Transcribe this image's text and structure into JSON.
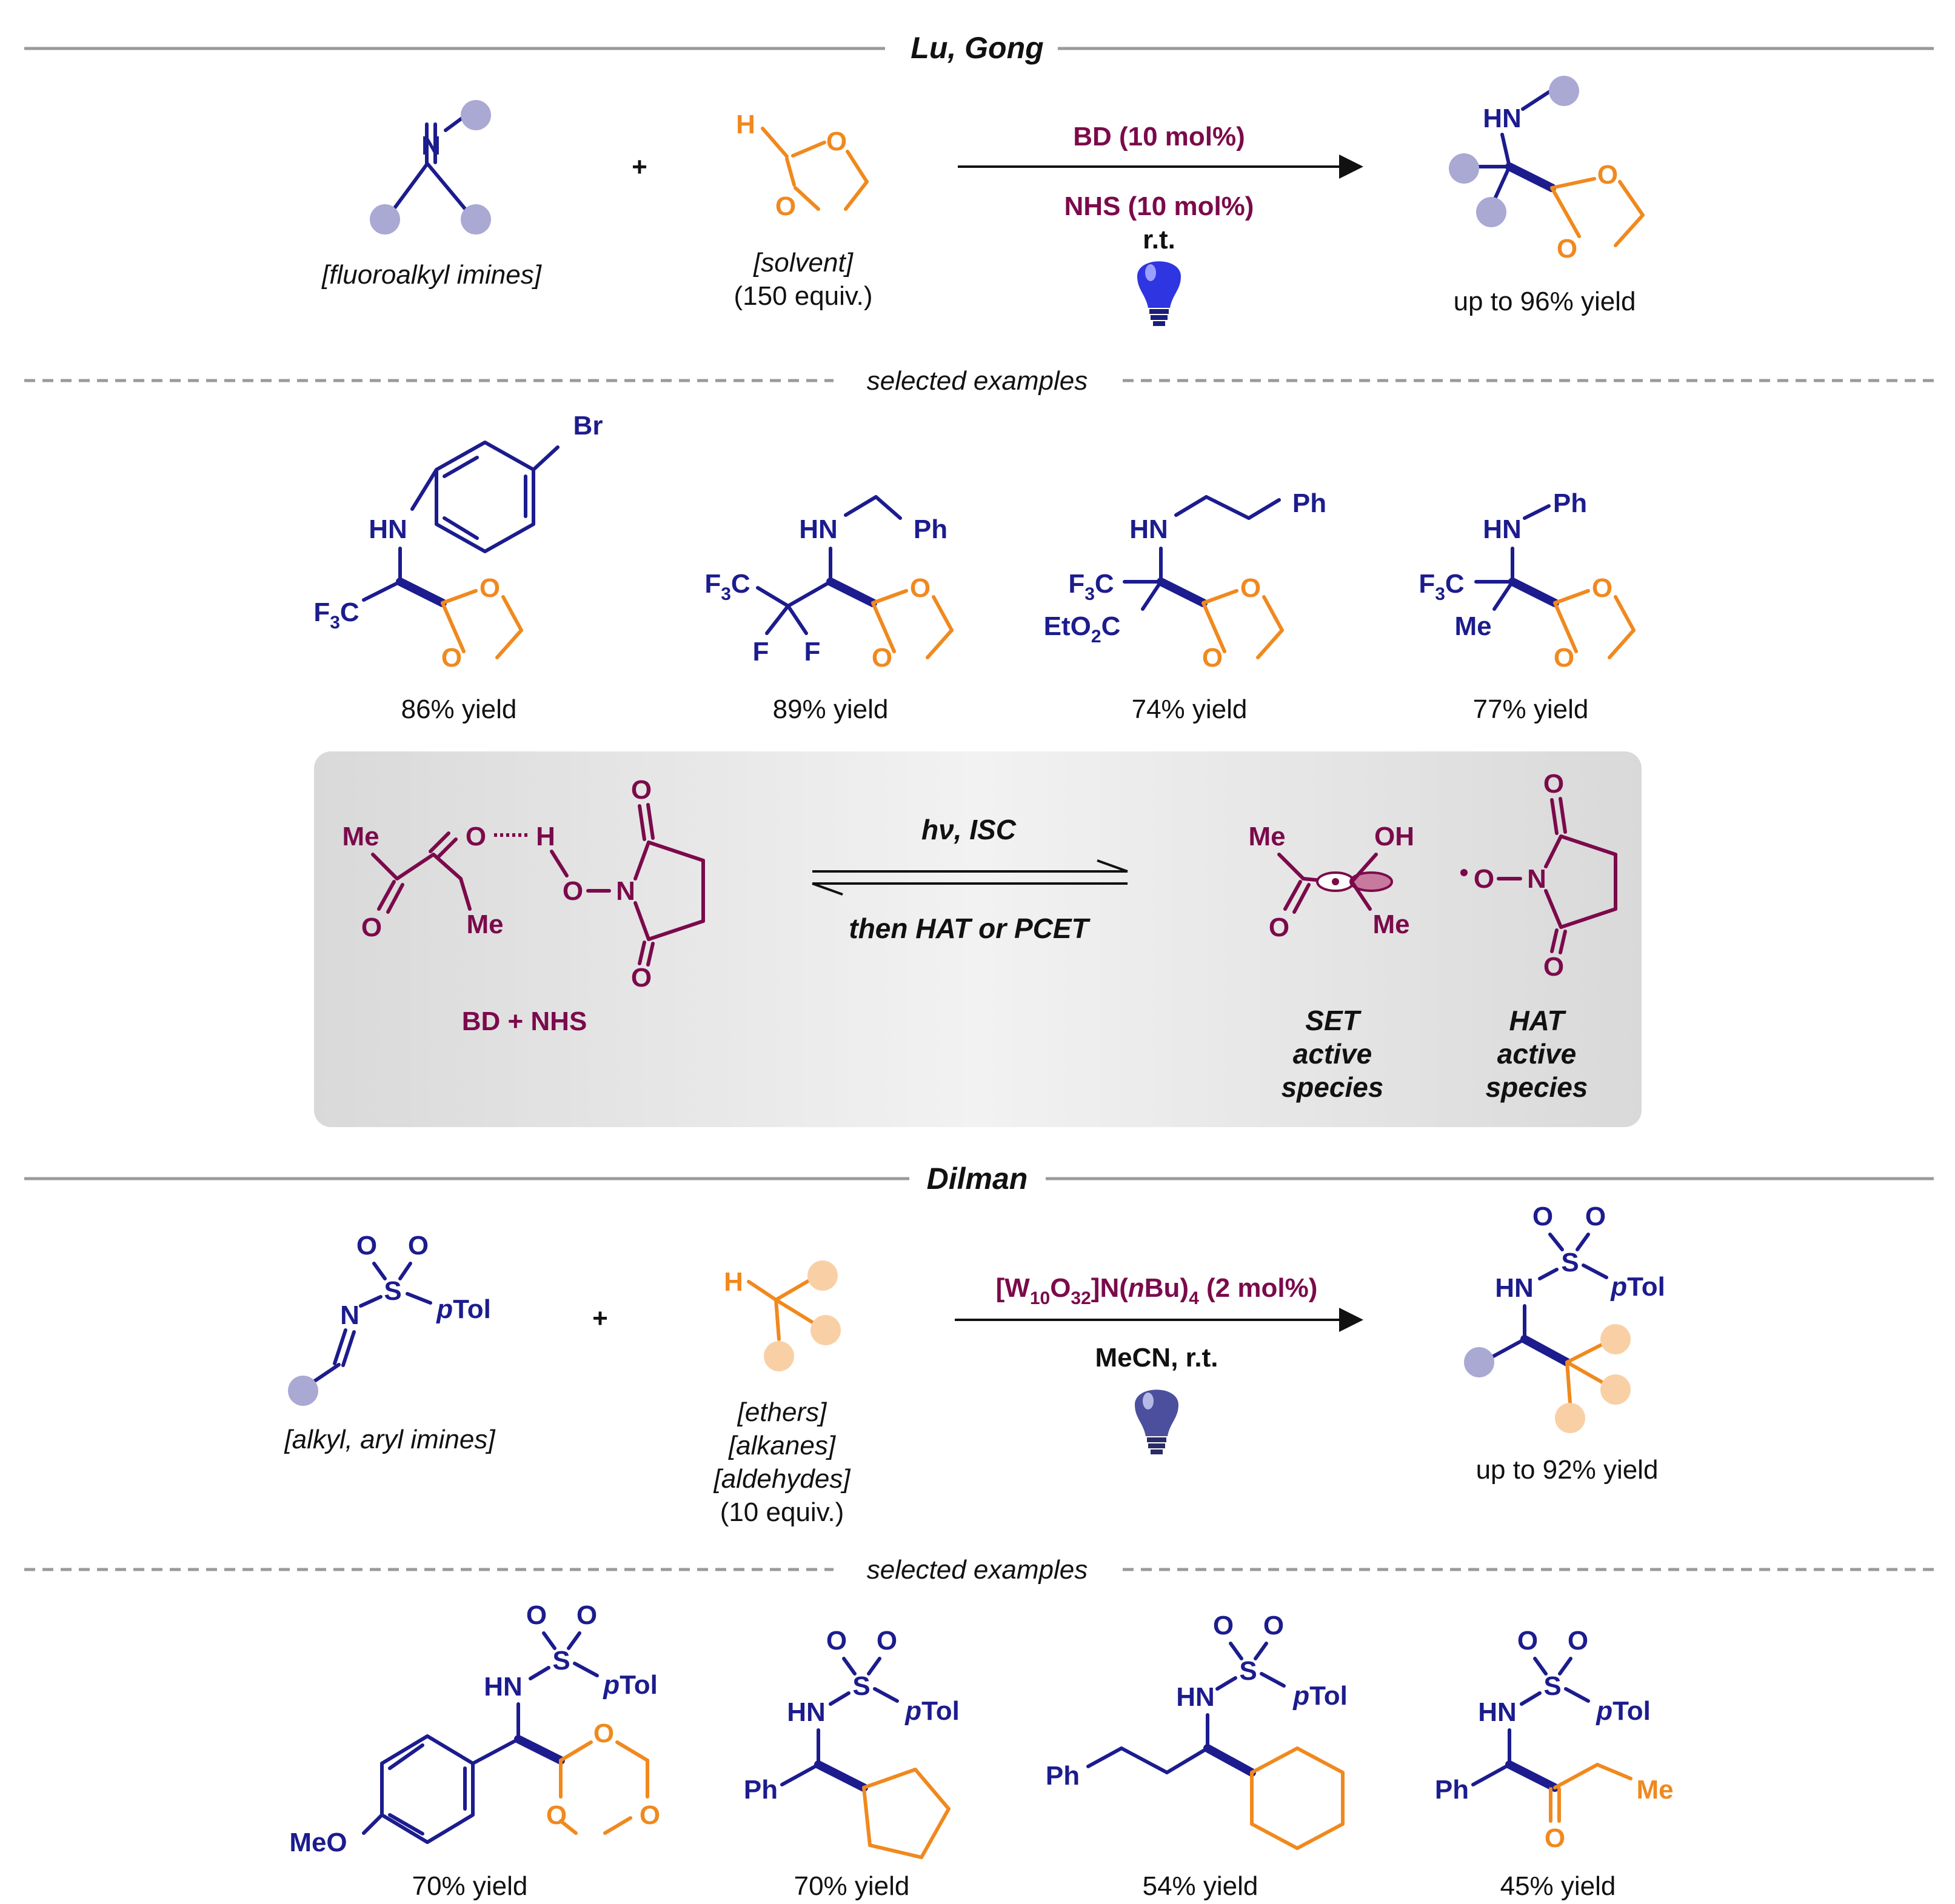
{
  "colors": {
    "navy": "#1c1c8e",
    "orange": "#f0891e",
    "maroon": "#7b0a4b",
    "lavender_dot": "#a9a9d4",
    "peach_dot": "#f9d0a6",
    "bulb_blue": "#2f35e0",
    "bulb_grey_blue": "#4c4f9e",
    "panel_grey": "#e6e6e6"
  },
  "icons": {
    "lightbulb_1": "light-bulb-icon",
    "lightbulb_2": "light-bulb-icon"
  },
  "section1": {
    "header": "Lu, Gong",
    "imine": {
      "atom_N": "N",
      "caption": "[fluoroalkyl imines]"
    },
    "plus": "+",
    "dioxolane": {
      "atom_H": "H",
      "atom_O1": "O",
      "atom_O2": "O",
      "caption": "[solvent]",
      "equiv": "(150 equiv.)"
    },
    "conditions": {
      "catalyst": "BD (10 mol%)",
      "cocatalyst": "NHS (10 mol%)",
      "temp": "r.t."
    },
    "product": {
      "nh": "HN",
      "atom_O1": "O",
      "atom_O2": "O",
      "yield": "up to 96% yield"
    }
  },
  "examples1": {
    "header": "selected examples",
    "items": [
      {
        "br": "Br",
        "hn": "HN",
        "f3": "F",
        "f3sub": "3",
        "f3c": "C",
        "o1": "O",
        "o2": "O",
        "yield": "86% yield"
      },
      {
        "hn": "HN",
        "ph": "Ph",
        "f3": "F",
        "f3sub": "3",
        "f3c": "C",
        "fa": "F",
        "fb": "F",
        "o1": "O",
        "o2": "O",
        "yield": "89% yield"
      },
      {
        "hn": "HN",
        "ph": "Ph",
        "f3": "F",
        "f3sub": "3",
        "f3c": "C",
        "eto": "EtO",
        "etosub": "2",
        "etoc": "C",
        "o1": "O",
        "o2": "O",
        "yield": "74% yield"
      },
      {
        "hn": "HN",
        "ph": "Ph",
        "f3": "F",
        "f3sub": "3",
        "f3c": "C",
        "me": "Me",
        "o1": "O",
        "o2": "O",
        "yield": "77% yield"
      }
    ]
  },
  "mechanism": {
    "bd": {
      "me1": "Me",
      "me2": "Me",
      "o1": "O",
      "o2": "O"
    },
    "hbond_h": "H",
    "nhs": {
      "o_link": "O",
      "n": "N",
      "o_top": "O",
      "o_bot": "O"
    },
    "pair_label": "BD + NHS",
    "arrow_top": "hν, ISC",
    "arrow_bottom": "then HAT or PCET",
    "set_species": {
      "me1": "Me",
      "oh": "OH",
      "o": "O",
      "me2": "Me",
      "label1": "SET",
      "label2": "active",
      "label3": "species"
    },
    "hat_species": {
      "o": "O",
      "n": "N",
      "o_top": "O",
      "o_bot": "O",
      "label1": "HAT",
      "label2": "active",
      "label3": "species"
    }
  },
  "section2": {
    "header": "Dilman",
    "imine": {
      "o1": "O",
      "o2": "O",
      "s": "S",
      "n": "N",
      "ptol_p": "p",
      "ptol": "Tol",
      "caption": "[alkyl, aryl imines]"
    },
    "plus": "+",
    "partner": {
      "h": "H",
      "cap1": "[ethers]",
      "cap2": "[alkanes]",
      "cap3": "[aldehydes]",
      "equiv": "(10 equiv.)"
    },
    "conditions": {
      "cat_a": "[W",
      "cat_a_sub": "10",
      "cat_b": "O",
      "cat_b_sub": "32",
      "cat_c": "]N(",
      "cat_n_italic": "n",
      "cat_d": "Bu)",
      "cat_d_sub": "4",
      "cat_e": " (2 mol%)",
      "solvent": "MeCN, r.t."
    },
    "product": {
      "o1": "O",
      "o2": "O",
      "s": "S",
      "hn": "HN",
      "ptol_p": "p",
      "ptol": "Tol",
      "yield": "up to 92% yield"
    }
  },
  "examples2": {
    "header": "selected examples",
    "items": [
      {
        "o1": "O",
        "o2": "O",
        "s": "S",
        "hn": "HN",
        "ptol_p": "p",
        "ptol": "Tol",
        "meo": "MeO",
        "ro1": "O",
        "ro2": "O",
        "ro3": "O",
        "yield": "70% yield"
      },
      {
        "o1": "O",
        "o2": "O",
        "s": "S",
        "hn": "HN",
        "ptol_p": "p",
        "ptol": "Tol",
        "ph": "Ph",
        "yield": "70% yield"
      },
      {
        "o1": "O",
        "o2": "O",
        "s": "S",
        "hn": "HN",
        "ptol_p": "p",
        "ptol": "Tol",
        "ph": "Ph",
        "yield": "54% yield"
      },
      {
        "o1": "O",
        "o2": "O",
        "s": "S",
        "hn": "HN",
        "ptol_p": "p",
        "ptol": "Tol",
        "ph": "Ph",
        "ko": "O",
        "me": "Me",
        "yield": "45% yield"
      }
    ]
  }
}
